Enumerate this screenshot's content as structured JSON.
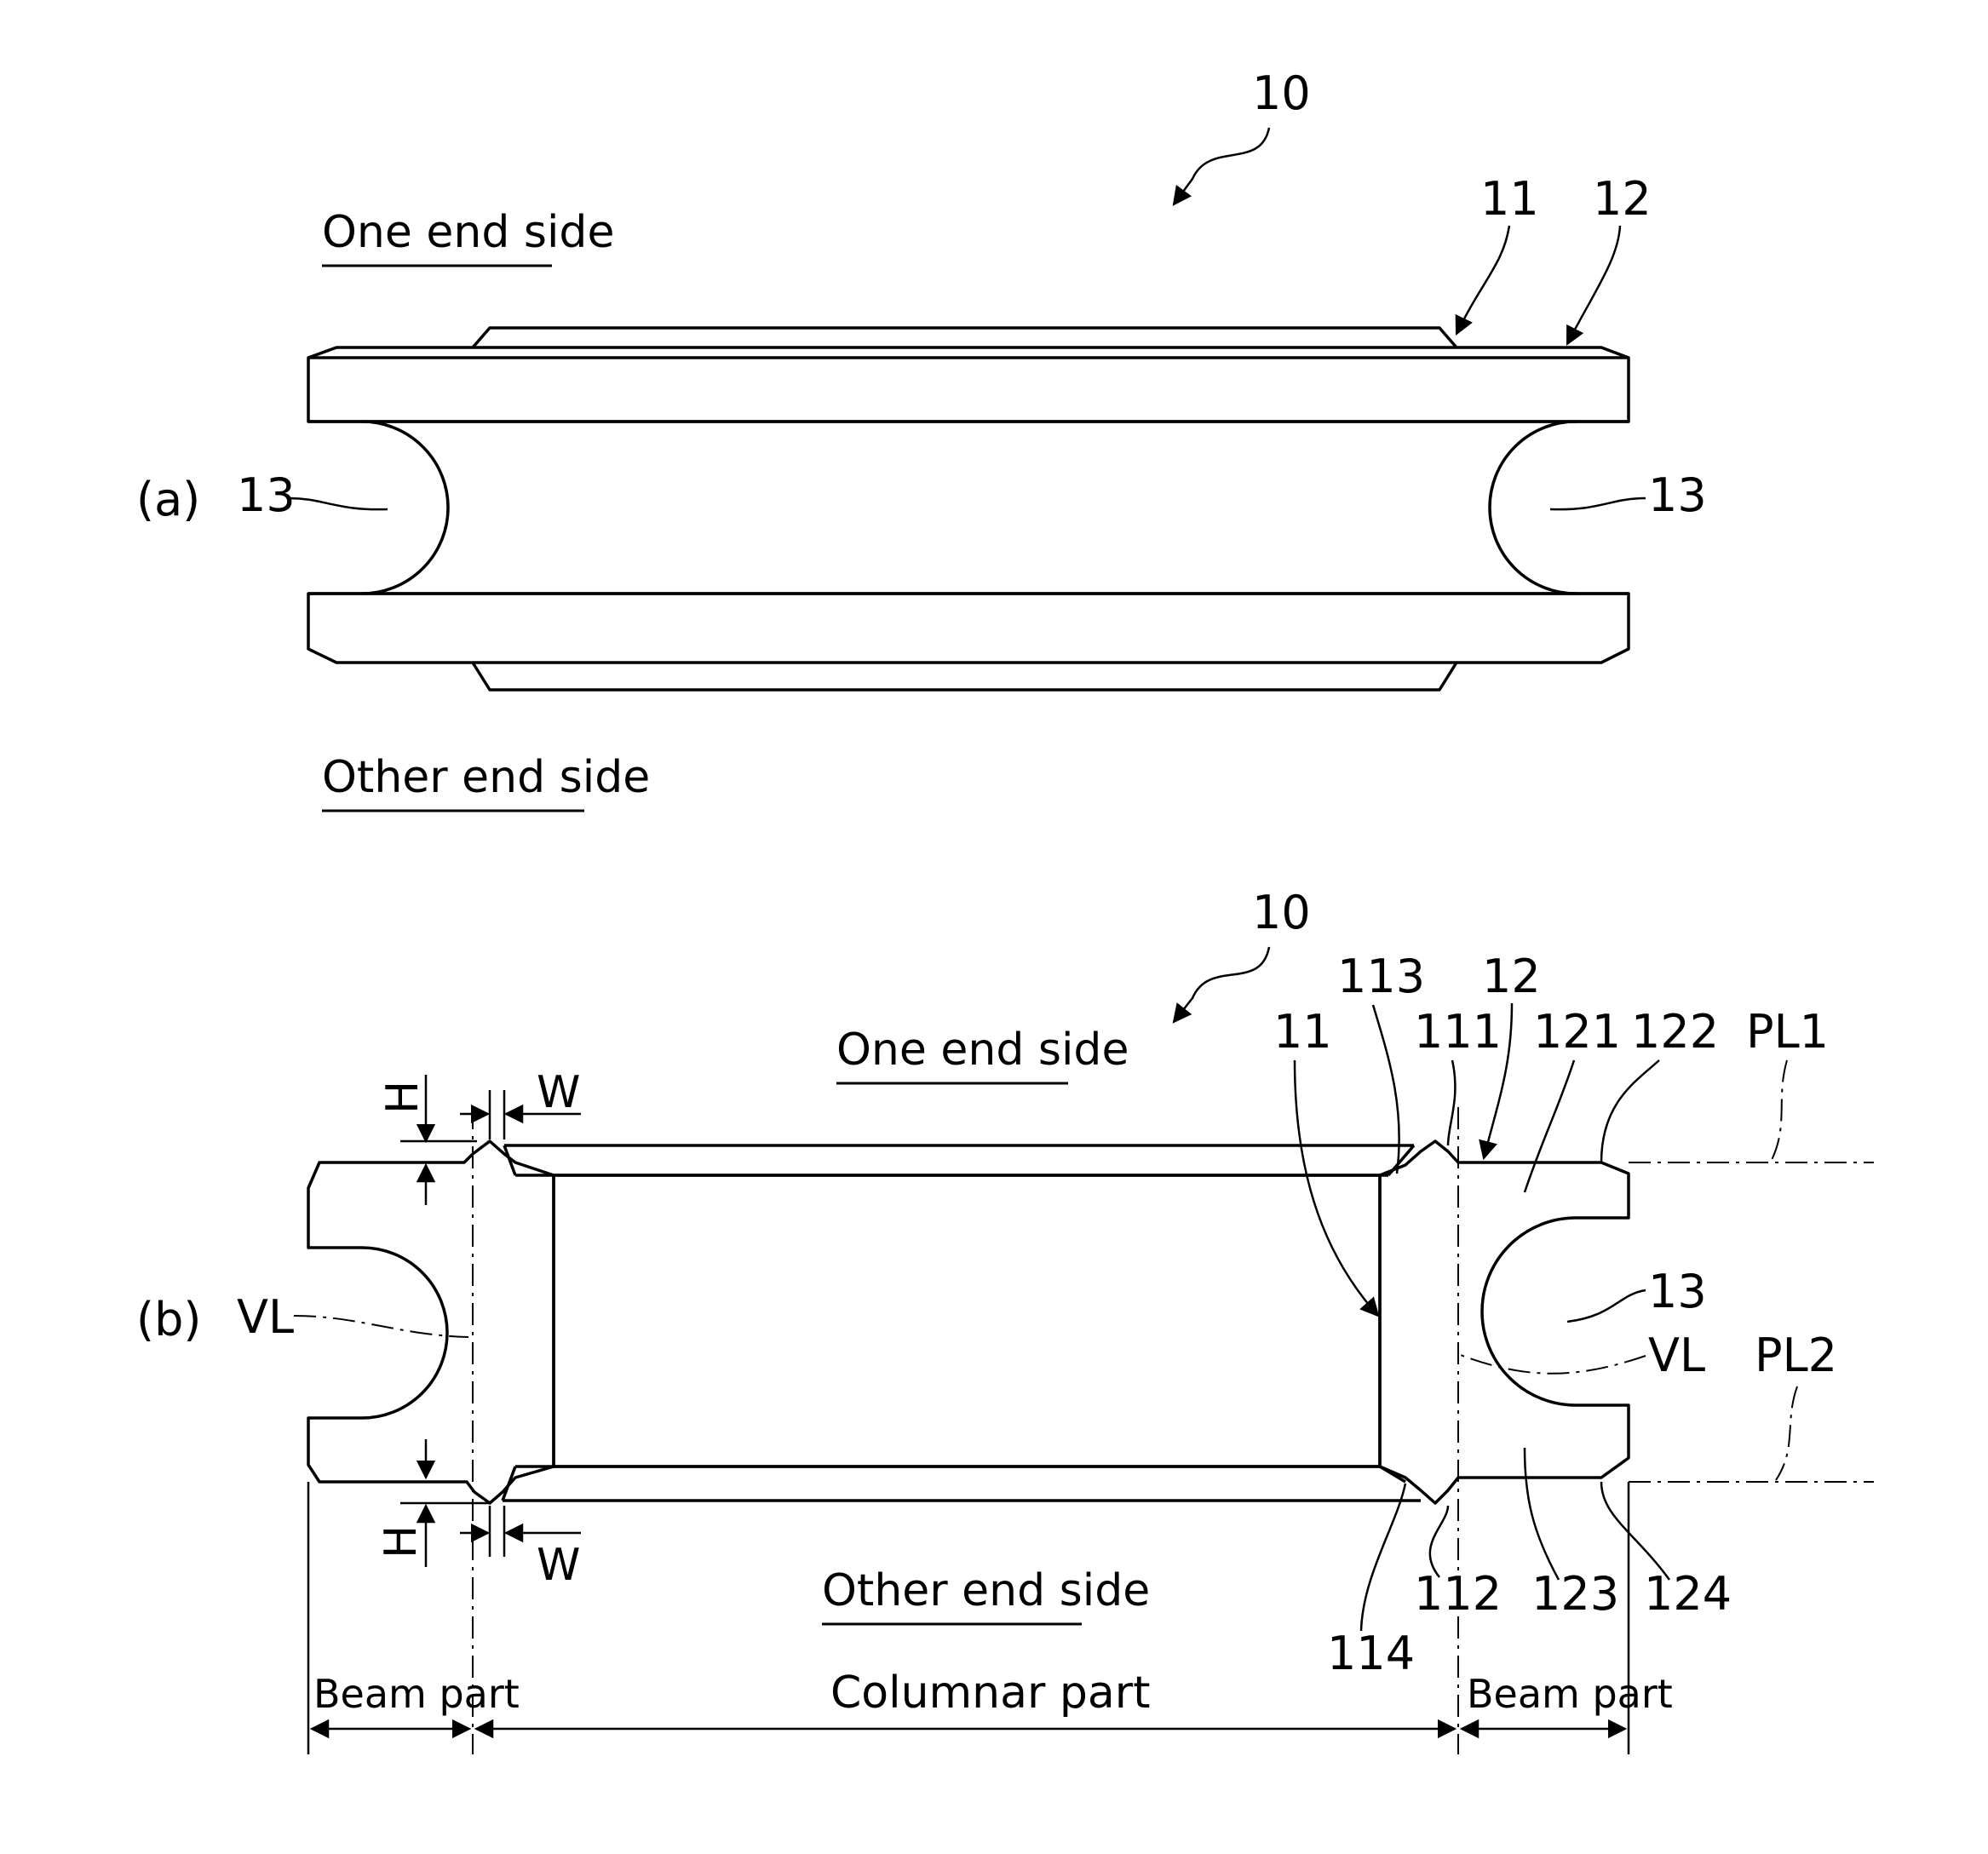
{
  "figure_a": {
    "panel": "(a)",
    "ref_assembly": "10",
    "ref_columnar": "11",
    "ref_beam": "12",
    "ref_groove_left": "13",
    "ref_groove_right": "13",
    "one_end_label": "One end side",
    "other_end_label": "Other end side"
  },
  "figure_b": {
    "panel": "(b)",
    "ref_assembly": "10",
    "one_end_label": "One end side",
    "other_end_label": "Other end side",
    "refs": {
      "r113": "113",
      "r12": "12",
      "r11": "11",
      "r111": "111",
      "r121": "121",
      "r122": "122",
      "pl1": "PL1",
      "r13": "13",
      "vl_left": "VL",
      "vl_right": "VL",
      "pl2": "PL2",
      "r112": "112",
      "r114": "114",
      "r123": "123",
      "r124": "124",
      "h_top": "H",
      "w_top": "W",
      "h_bot": "H",
      "w_bot": "W"
    },
    "beam_left": "Beam part",
    "columnar": "Columnar part",
    "beam_right": "Beam part"
  }
}
